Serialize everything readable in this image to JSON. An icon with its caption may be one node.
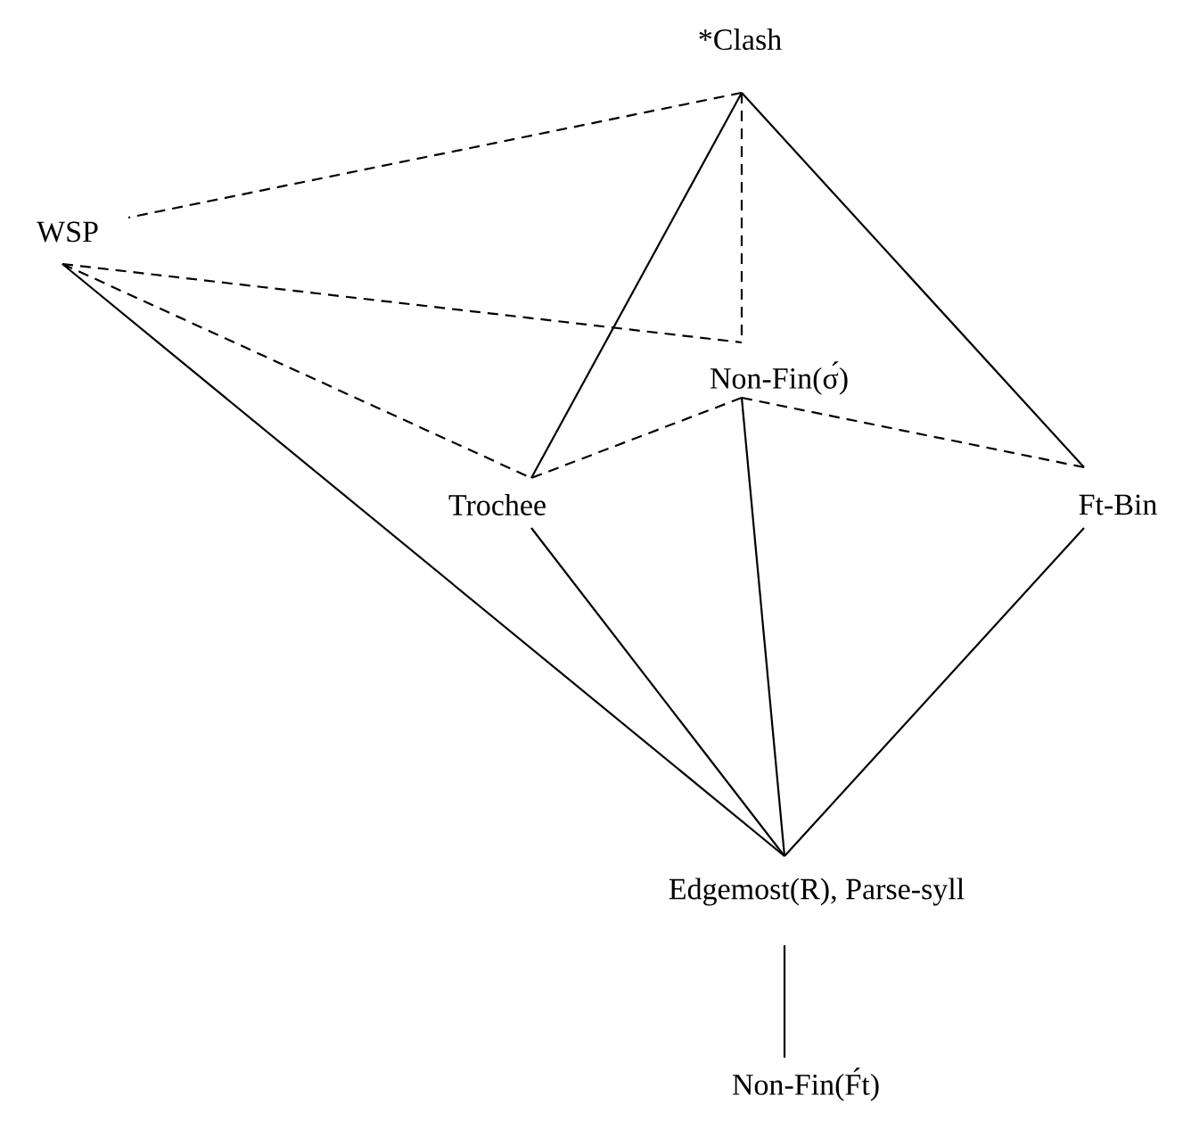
{
  "diagram": {
    "nodes": [
      {
        "text": [
          "*Clash"
        ]
      },
      {
        "text": [
          "WSP"
        ]
      },
      {
        "text": [
          "Non-Fin(σ́)"
        ]
      },
      {
        "text": [
          "Trochee"
        ]
      },
      {
        "text": [
          "Ft-Bin"
        ]
      },
      {
        "text": [
          "Edgemost(R), Parse-syll"
        ]
      },
      {
        "text": [
          "Non-Fin(F́t)"
        ]
      }
    ],
    "edges": [
      {
        "from": 0,
        "to": 1,
        "arrow": "none",
        "style": "dashed"
      },
      {
        "from": 0,
        "to": 2,
        "arrow": "none",
        "style": "dashed"
      },
      {
        "from": 0,
        "to": 3,
        "arrow": "none"
      },
      {
        "from": 0,
        "to": 4,
        "arrow": "none"
      },
      {
        "from": 1,
        "to": 2,
        "arrow": "none",
        "style": "dashed"
      },
      {
        "from": 1,
        "to": 3,
        "arrow": "none",
        "style": "dashed"
      },
      {
        "from": 1,
        "to": 5,
        "arrow": "none"
      },
      {
        "from": 2,
        "to": 3,
        "arrow": "none",
        "style": "dashed"
      },
      {
        "from": 2,
        "to": 4,
        "arrow": "none",
        "style": "dashed"
      },
      {
        "from": 2,
        "to": 5,
        "arrow": "none"
      },
      {
        "from": 3,
        "to": 5,
        "arrow": "none"
      },
      {
        "from": 4,
        "to": 5,
        "arrow": "none"
      },
      {
        "from": 5,
        "to": 6,
        "arrow": "none"
      }
    ]
  }
}
